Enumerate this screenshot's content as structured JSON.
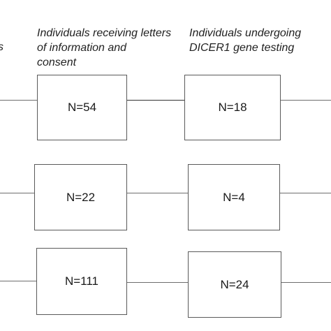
{
  "headers": {
    "cut_off": "s",
    "letters": [
      "Individuals receiving letters",
      "of information and",
      "consent"
    ],
    "testing": [
      "Individuals undergoing",
      "DICER1 gene testing"
    ]
  },
  "rows": [
    {
      "letters_n": "N=54",
      "testing_n": "N=18"
    },
    {
      "letters_n": "N=22",
      "testing_n": "N=4"
    },
    {
      "letters_n": "N=111",
      "testing_n": "N=24"
    }
  ]
}
